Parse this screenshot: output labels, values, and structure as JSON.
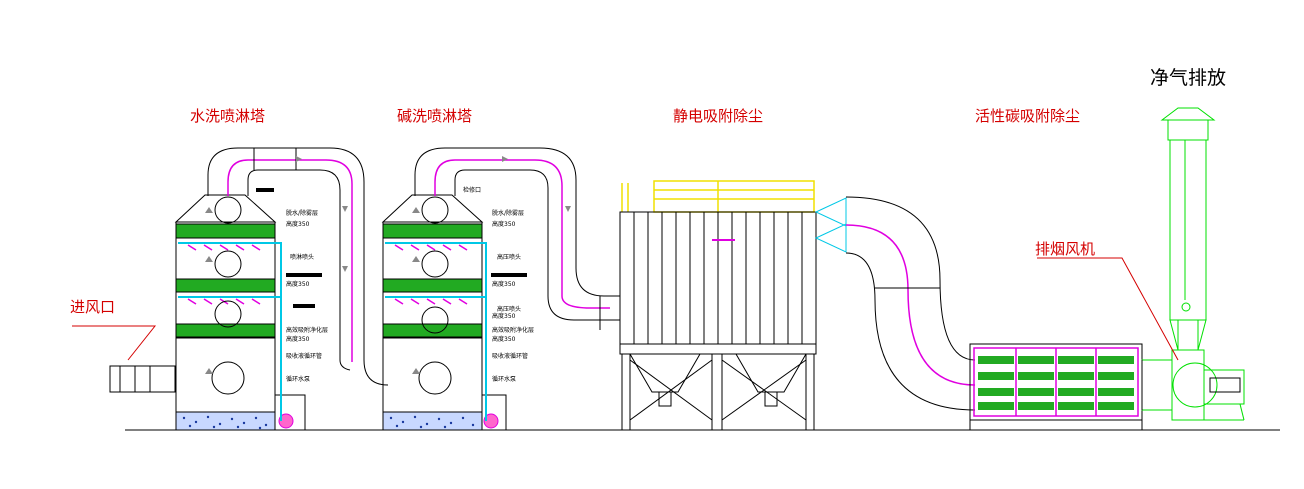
{
  "labels": {
    "exhaust": "净气排放",
    "water_tower": "水洗喷淋塔",
    "alkali_tower": "碱洗喷淋塔",
    "esp": "静电吸附除尘",
    "carbon": "活性碳吸附除尘",
    "fan": "排烟风机",
    "inlet": "进风口"
  },
  "tower1_notes": {
    "n1": "脱水/除雾层",
    "n2": "高度350",
    "n3": "喷淋喷头",
    "n4": "高度350",
    "n5": "高效吸附净化层",
    "n6": "高度350",
    "n7": "吸收液循环管",
    "n8": "循环水泵"
  },
  "tower2_notes": {
    "m0": "检修口",
    "m1": "脱水/除雾层",
    "m2": "高度350",
    "m3": "高压喷头",
    "m4": "高度350",
    "m5": "高压喷头",
    "m6": "高度350",
    "m7": "高效吸附净化层",
    "m8": "高度350",
    "m9": "吸收液循环管",
    "m10": "循环水泵"
  },
  "colors": {
    "structure": "#000000",
    "packing": "#22aa22",
    "water": "#00c8e6",
    "flow_path": "#e000e0",
    "label_red": "#d40000",
    "rails": "#f0e000",
    "chimney": "#00e000",
    "arrow_red": "#d40000"
  }
}
